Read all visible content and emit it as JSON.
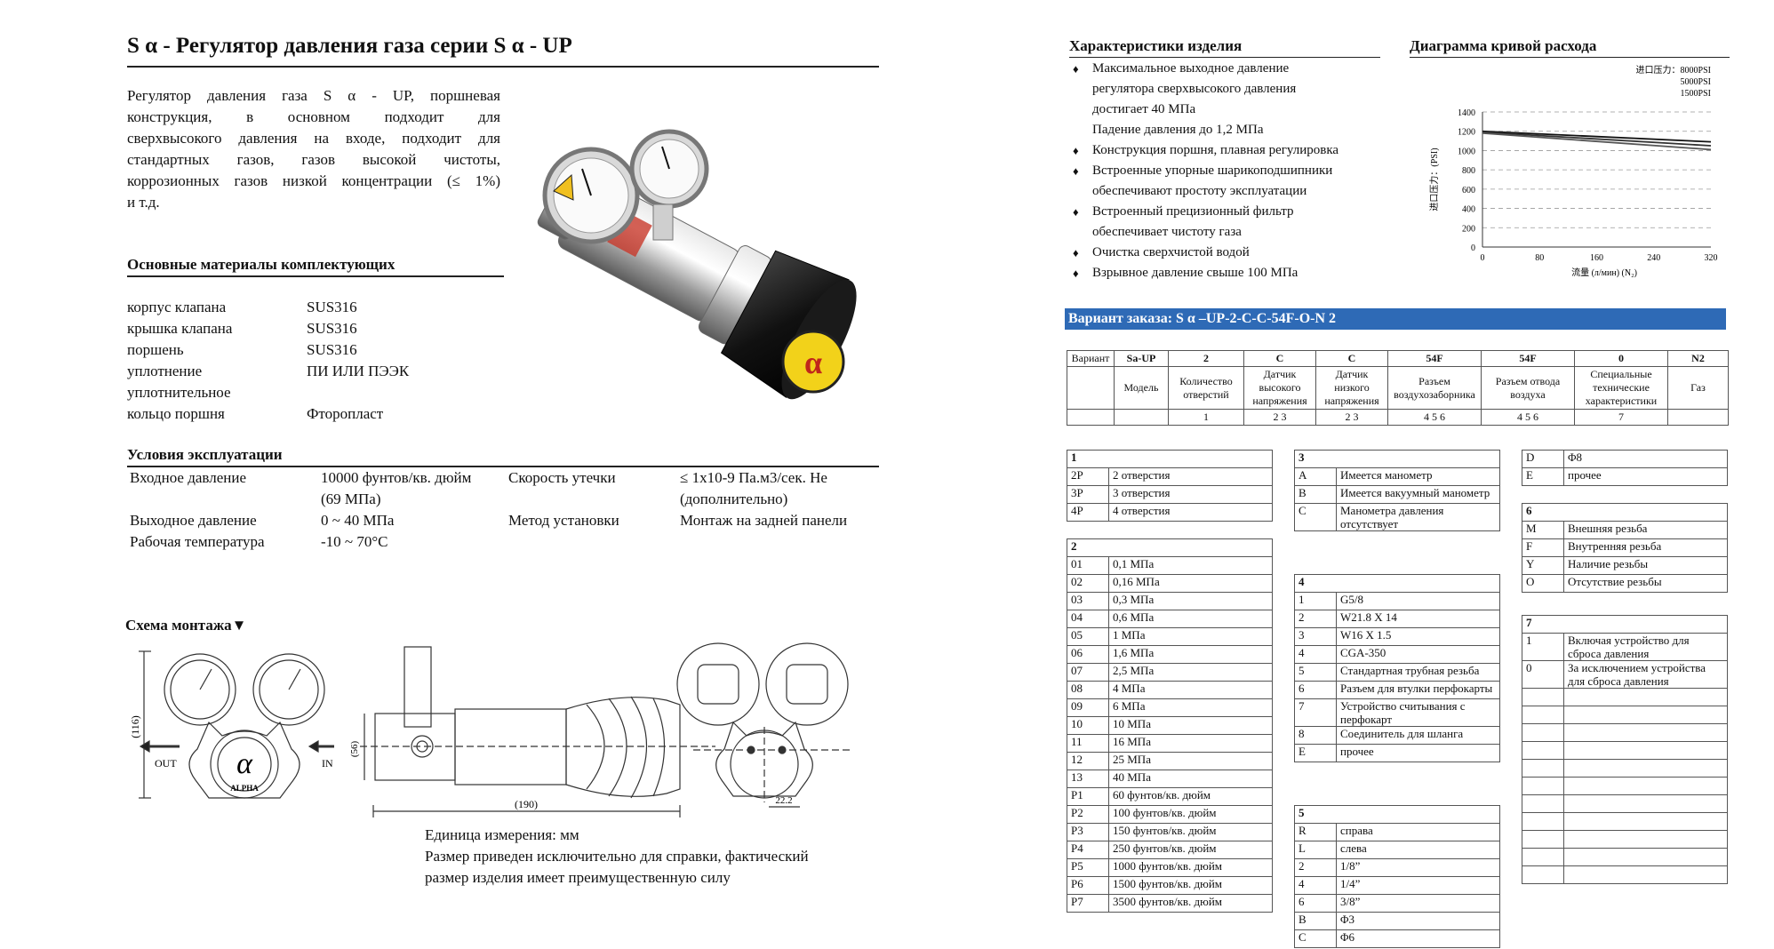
{
  "left": {
    "title": "S α - Регулятор давления газа серии S α - UP",
    "intro": [
      "Регулятор давления газа S α - UP, поршневая",
      "конструкция, в основном подходит для",
      "сверхвысокого давления на входе, подходит для",
      "стандартных газов, газов высокой чистоты,",
      "коррозионных газов низкой концентрации (≤ 1%)",
      "и т.д."
    ],
    "materials_heading": "Основные материалы комплектующих",
    "materials": [
      {
        "k": "корпус клапана",
        "v": "SUS316"
      },
      {
        "k": "крышка клапана",
        "v": "SUS316"
      },
      {
        "k": "поршень",
        "v": "SUS316"
      },
      {
        "k": "уплотнение",
        "v": "ПИ ИЛИ ПЭЭК"
      },
      {
        "k": "уплотнительное",
        "v": ""
      },
      {
        "k": "кольцо поршня",
        "v": "Фторопласт"
      }
    ],
    "conditions_heading": "Условия эксплуатации",
    "conditions": {
      "r1c1": "Входное давление",
      "r1c2": "10000 фунтов/кв. дюйм",
      "r1c3": "Скорость утечки",
      "r1c4": "≤ 1x10-9 Па.м3/сек. Не",
      "r2c2": "(69 МПа)",
      "r2c4": "(дополнительно)",
      "r3c1": "Выходное давление",
      "r3c2": "0 ~ 40 МПа",
      "r3c3": "Метод установки",
      "r3c4": "Монтаж на задней панели",
      "r4c1": "Рабочая температура",
      "r4c2": "-10 ~ 70°C"
    },
    "install_heading": "Схема монтажа▼",
    "diagram": {
      "out": "OUT",
      "in": "IN",
      "dim_h": "(116)",
      "dim_w": "(190)",
      "dim_d": "(56)",
      "dim_s": "22.2",
      "brand": "ALPHA",
      "knob_text": "α"
    },
    "note": [
      "Единица измерения: мм",
      "Размер приведен исключительно для справки, фактический",
      "размер изделия имеет преимущественную силу"
    ]
  },
  "right": {
    "features_heading": "Характеристики изделия",
    "features": [
      {
        "bullet": true,
        "text": "Максимальное выходное давление"
      },
      {
        "bullet": false,
        "text": "регулятора сверхвысокого давления"
      },
      {
        "bullet": false,
        "text": "достигает 40 МПа"
      },
      {
        "bullet": false,
        "text": "Падение давления до 1,2 МПа"
      },
      {
        "bullet": true,
        "text": "Конструкция поршня, плавная регулировка"
      },
      {
        "bullet": true,
        "text": "Встроенные упорные шарикоподшипники"
      },
      {
        "bullet": false,
        "text": "обеспечивают простоту эксплуатации"
      },
      {
        "bullet": true,
        "text": "Встроенный прецизионный фильтр"
      },
      {
        "bullet": false,
        "text": "обеспечивает чистоту газа"
      },
      {
        "bullet": true,
        "text": "Очистка сверхчистой водой"
      },
      {
        "bullet": true,
        "text": "Взрывное давление свыше 100 МПа"
      }
    ],
    "bullet_glyph": "♦",
    "chart_heading": "Диаграмма кривой расхода",
    "order_title": "Вариант заказа: S α –UP-2-C-C-54F-O-N 2",
    "order_grid": {
      "r1": [
        "Вариант",
        "Sa-UP",
        "2",
        "C",
        "C",
        "54F",
        "54F",
        "0",
        "N2"
      ],
      "r2": [
        "",
        "Модель",
        "Количество отверстий",
        "Датчик высокого напряжения",
        "Датчик низкого напряжения",
        "Разъем воздухозаборника",
        "Разъем отвода воздуха",
        "Специальные технические характеристики",
        "Газ"
      ],
      "r3": [
        "",
        "",
        "1",
        "2 3",
        "2 3",
        "4 5 6",
        "4 5 6",
        "7",
        ""
      ]
    },
    "code1": {
      "title": "1",
      "rows": [
        [
          "2P",
          "2 отверстия"
        ],
        [
          "3P",
          "3 отверстия"
        ],
        [
          "4P",
          "4 отверстия"
        ]
      ]
    },
    "code2": {
      "title": "2",
      "rows": [
        [
          "01",
          "0,1 МПа"
        ],
        [
          "02",
          "0,16 МПа"
        ],
        [
          "03",
          "0,3 МПа"
        ],
        [
          "04",
          "0,6 МПа"
        ],
        [
          "05",
          "1 МПа"
        ],
        [
          "06",
          "1,6 МПа"
        ],
        [
          "07",
          "2,5 МПа"
        ],
        [
          "08",
          "4 МПа"
        ],
        [
          "09",
          "6 МПа"
        ],
        [
          "10",
          "10 МПа"
        ],
        [
          "11",
          "16 МПа"
        ],
        [
          "12",
          "25 МПа"
        ],
        [
          "13",
          "40 МПа"
        ],
        [
          "P1",
          "60 фунтов/кв. дюйм"
        ],
        [
          "P2",
          "100 фунтов/кв. дюйм"
        ],
        [
          "P3",
          "150 фунтов/кв. дюйм"
        ],
        [
          "P4",
          "250 фунтов/кв. дюйм"
        ],
        [
          "P5",
          "1000 фунтов/кв. дюйм"
        ],
        [
          "P6",
          "1500 фунтов/кв. дюйм"
        ],
        [
          "P7",
          "3500 фунтов/кв. дюйм"
        ]
      ]
    },
    "code3": {
      "title": "3",
      "rows": [
        [
          "A",
          "Имеется манометр"
        ],
        [
          "B",
          "Имеется вакуумный манометр"
        ],
        [
          "C",
          "Манометра давления отсутствует"
        ]
      ]
    },
    "code4": {
      "title": "4",
      "rows": [
        [
          "1",
          "G5/8"
        ],
        [
          "2",
          "W21.8 X 14"
        ],
        [
          "3",
          "W16 X 1.5"
        ],
        [
          "4",
          "CGA-350"
        ],
        [
          "5",
          "Стандартная трубная резьба"
        ],
        [
          "6",
          "Разъем для втулки перфокарты"
        ],
        [
          "7",
          "Устройство считывания с перфокарт"
        ],
        [
          "8",
          "Соединитель для шланга"
        ],
        [
          "E",
          "прочее"
        ]
      ]
    },
    "code5": {
      "title": "5",
      "rows": [
        [
          "R",
          "справа"
        ],
        [
          "L",
          "слева"
        ],
        [
          "2",
          "1/8”"
        ],
        [
          "4",
          "1/4”"
        ],
        [
          "6",
          "3/8”"
        ],
        [
          "B",
          "Φ3"
        ],
        [
          "C",
          "Φ6"
        ]
      ]
    },
    "codeD": {
      "rows": [
        [
          "D",
          "Φ8"
        ],
        [
          "E",
          "прочее"
        ]
      ]
    },
    "code6": {
      "title": "6",
      "rows": [
        [
          "M",
          "Внешняя резьба"
        ],
        [
          "F",
          "Внутренняя резьба"
        ],
        [
          "Y",
          "Наличие резьбы"
        ],
        [
          "O",
          "Отсутствие резьбы"
        ]
      ]
    },
    "code7": {
      "title": "7",
      "rows": [
        [
          "1",
          "Включая устройство для сброса давления"
        ],
        [
          "0",
          "За исключением устройства для сброса давления"
        ]
      ]
    }
  },
  "chart_data": {
    "type": "line",
    "title": "",
    "legend": [
      "进口压力：8000PSI",
      "5000PSI",
      "1500PSI"
    ],
    "legend_placement": "top-right",
    "xlabel": "流量 (л/мин) (N₂)",
    "ylabel": "进口压力：(PSI)",
    "xlim": [
      0,
      320
    ],
    "ylim": [
      0,
      1400
    ],
    "xticks": [
      0,
      80,
      160,
      240,
      320
    ],
    "yticks": [
      0,
      200,
      400,
      600,
      800,
      1000,
      1200,
      1400
    ],
    "grid": "horizontal dashed",
    "series": [
      {
        "name": "8000PSI",
        "color": "#111111",
        "x": [
          0,
          320
        ],
        "y": [
          1200,
          1090
        ]
      },
      {
        "name": "5000PSI",
        "color": "#333333",
        "x": [
          0,
          320
        ],
        "y": [
          1190,
          1050
        ]
      },
      {
        "name": "1500PSI",
        "color": "#555555",
        "x": [
          0,
          320
        ],
        "y": [
          1180,
          1010
        ]
      }
    ]
  }
}
